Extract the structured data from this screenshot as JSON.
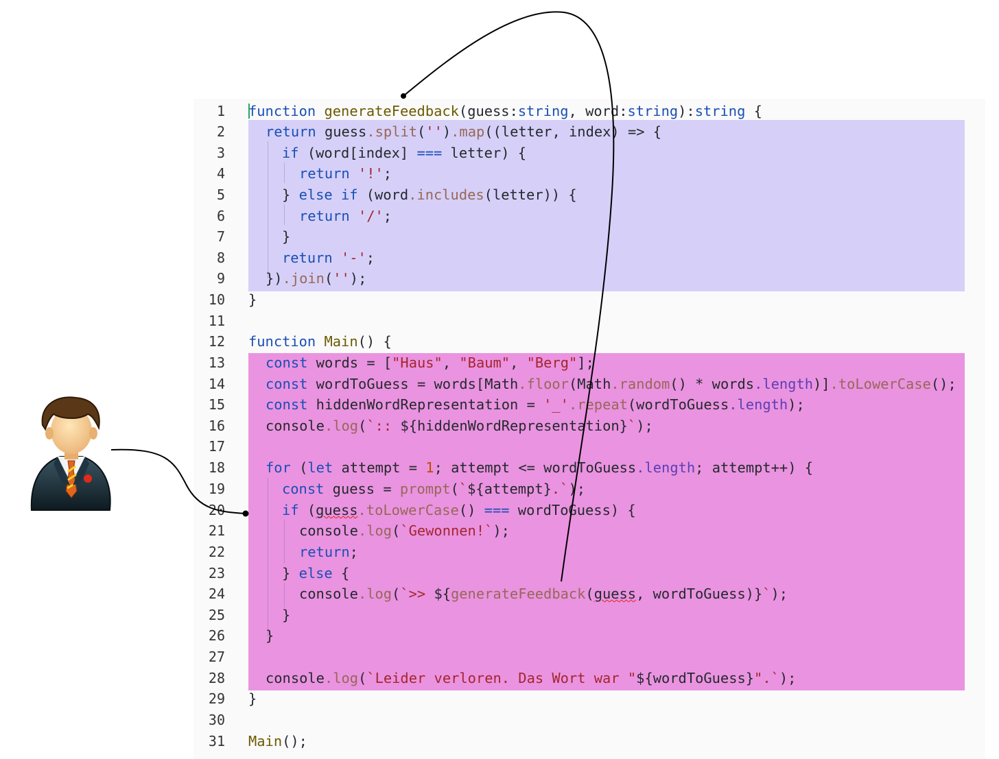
{
  "gutter": [
    "1",
    "2",
    "3",
    "4",
    "5",
    "6",
    "7",
    "8",
    "9",
    "10",
    "11",
    "12",
    "13",
    "14",
    "15",
    "16",
    "17",
    "18",
    "19",
    "20",
    "21",
    "22",
    "23",
    "24",
    "25",
    "26",
    "27",
    "28",
    "29",
    "30",
    "31"
  ],
  "code": {
    "l1": {
      "t1": "function",
      "t2": " ",
      "t3": "generateFeedback",
      "t4": "(guess:",
      "t5": "string",
      "t6": ", word:",
      "t7": "string",
      "t8": "):",
      "t9": "string",
      "t10": " {"
    },
    "l2": {
      "t1": "return",
      "t2": " guess",
      "t3": ".split",
      "t4": "(",
      "t5": "''",
      "t6": ")",
      "t7": ".map",
      "t8": "((letter, index) => {"
    },
    "l3": {
      "t1": "if",
      "t2": " (word[index] ",
      "t3": "===",
      "t4": " letter) {"
    },
    "l4": {
      "t1": "return",
      "t2": " ",
      "t3": "'!'",
      "t4": ";"
    },
    "l5": {
      "t1": "} ",
      "t2": "else if",
      "t3": " (word",
      "t4": ".includes",
      "t5": "(letter)) {"
    },
    "l6": {
      "t1": "return",
      "t2": " ",
      "t3": "'/'",
      "t4": ";"
    },
    "l7": {
      "t1": "}"
    },
    "l8": {
      "t1": "return",
      "t2": " ",
      "t3": "'-'",
      "t4": ";"
    },
    "l9": {
      "t1": "})",
      "t2": ".join",
      "t3": "(",
      "t4": "''",
      "t5": ");"
    },
    "l10": {
      "t1": "}"
    },
    "l12": {
      "t1": "function",
      "t2": " ",
      "t3": "Main",
      "t4": "() {"
    },
    "l13": {
      "t1": "const",
      "t2": " words = [",
      "t3": "\"Haus\"",
      "t4": ", ",
      "t5": "\"Baum\"",
      "t6": ", ",
      "t7": "\"Berg\"",
      "t8": "];"
    },
    "l14": {
      "t1": "const",
      "t2": " wordToGuess = words[Math",
      "t3": ".floor",
      "t4": "(Math",
      "t5": ".random",
      "t6": "() * words",
      "t7": ".length",
      "t8": ")]",
      "t9": ".toLowerCase",
      "t10": "();"
    },
    "l15": {
      "t1": "const",
      "t2": " hiddenWordRepresentation = ",
      "t3": "'_'",
      "t4": ".repeat",
      "t5": "(wordToGuess",
      "t6": ".length",
      "t7": ");"
    },
    "l16": {
      "t1": "console",
      "t2": ".log",
      "t3": "(",
      "t4": "`:: ",
      "t5": "${hiddenWordRepresentation}",
      "t6": "`",
      "t7": ");"
    },
    "l18": {
      "t1": "for",
      "t2": " (",
      "t3": "let",
      "t4": " attempt = ",
      "t5": "1",
      "t6": "; attempt <= wordToGuess",
      "t7": ".length",
      "t8": "; attempt++) {"
    },
    "l19": {
      "t1": "const",
      "t2": " guess = ",
      "t3": "prompt",
      "t4": "(",
      "t5": "`",
      "t6": "${attempt}",
      "t7": ".`",
      "t8": ");"
    },
    "l20": {
      "t1": "if",
      "t2": " (",
      "t3": "guess",
      "t4": ".toLowerCase",
      "t5": "() ",
      "t6": "===",
      "t7": " wordToGuess) {"
    },
    "l21": {
      "t1": "console",
      "t2": ".log",
      "t3": "(",
      "t4": "`Gewonnen!`",
      "t5": ");"
    },
    "l22": {
      "t1": "return",
      "t2": ";"
    },
    "l23": {
      "t1": "} ",
      "t2": "else",
      "t3": " {"
    },
    "l24": {
      "t1": "console",
      "t2": ".log",
      "t3": "(",
      "t4": "`>> ",
      "t5": "${",
      "t6": "generateFeedback",
      "t7": "(",
      "t8": "guess",
      "t9": ", wordToGuess)}",
      "t10": "`",
      "t11": ");"
    },
    "l25": {
      "t1": "}"
    },
    "l26": {
      "t1": "}"
    },
    "l28": {
      "t1": "console",
      "t2": ".log",
      "t3": "(",
      "t4": "`Leider verloren. Das Wort war \"",
      "t5": "${wordToGuess}",
      "t6": "\".`",
      "t7": ");"
    },
    "l29": {
      "t1": "}"
    },
    "l31": {
      "t1": "Main",
      "t2": "();"
    }
  },
  "icons": {
    "user": "businessman-icon"
  },
  "colors": {
    "highlight_function_body": "#d6d0f8",
    "highlight_main_body": "#ea93e0",
    "keyword": "#1a4fb5",
    "string": "#a3262f",
    "function_name": "#6b5a00",
    "arrow": "#000000"
  }
}
